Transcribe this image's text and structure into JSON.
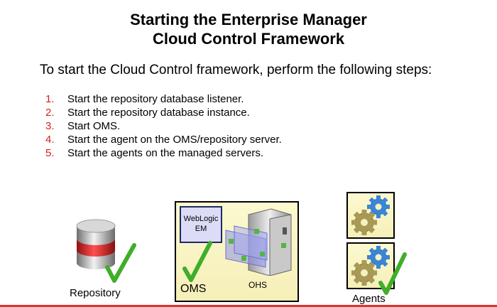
{
  "title": {
    "line1": "Starting the Enterprise Manager",
    "line2": "Cloud Control Framework"
  },
  "intro": "To start the Cloud Control framework, perform the following steps:",
  "steps": [
    {
      "num": "1.",
      "text": "Start the repository database listener."
    },
    {
      "num": "2.",
      "text": "Start the repository database instance."
    },
    {
      "num": "3.",
      "text": "Start OMS."
    },
    {
      "num": "4.",
      "text": "Start the agent on the OMS/repository server."
    },
    {
      "num": "5.",
      "text": "Start the agents on the managed servers."
    }
  ],
  "diagram": {
    "repository_label": "Repository",
    "weblogic_line1": "WebLogic",
    "weblogic_line2": "EM",
    "oms_label": "OMS",
    "ohs_label": "OHS",
    "agents_label": "Agents"
  },
  "colors": {
    "step_number": "#d0231f",
    "accent_line": "#d63a30",
    "check_green": "#3fae2a",
    "box_fill": "#f7f2c0"
  }
}
